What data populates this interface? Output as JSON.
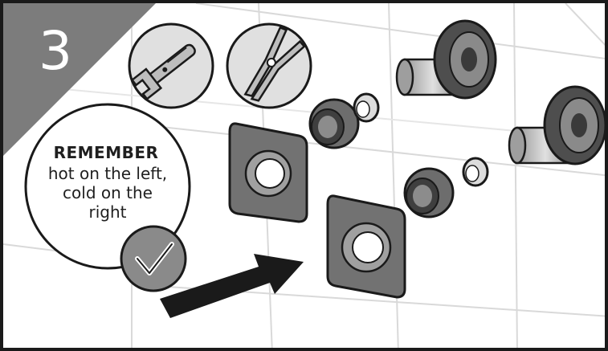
{
  "step": {
    "number": "3"
  },
  "reminder": {
    "title": "REMEMBER",
    "lines": [
      "hot on the left,",
      "cold on the",
      "right"
    ]
  },
  "tools": [
    "adjustable-wrench",
    "slip-joint-pliers"
  ],
  "colors": {
    "step_badge": "#7c7c7c",
    "stroke": "#1a1a1a",
    "part_dark": "#6d6d6d",
    "tile_line": "#d9d9d9"
  }
}
